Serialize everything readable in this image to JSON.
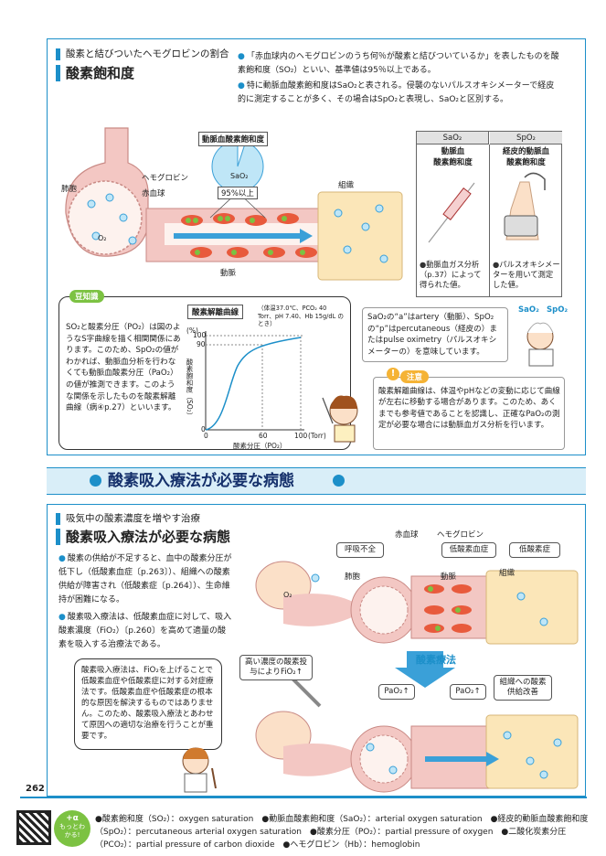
{
  "page_number": "262",
  "section1": {
    "label": "酸素と結びついたヘモグロビンの割合",
    "title": "酸素飽和度",
    "bullets": [
      "「赤血球内のヘモグロビンのうち何％が酸素と結びついているか」を表したものを酸素飽和度（SO₂）といい、基準値は95％以上である。",
      "特に動脈血酸素飽和度はSaO₂と表される。侵襲のないパルスオキシメーターで経皮的に測定することが多く、その場合はSpO₂と表現し、SaO₂と区別する。"
    ],
    "diagram": {
      "lung_label": "肺胞",
      "hemoglobin_label": "ヘモグロビン",
      "rbc_label": "赤血球",
      "tissue_label": "組織",
      "artery_label": "動脈",
      "o2_label": "O₂",
      "pie_title": "動脈血酸素飽和度",
      "pie_sao2": "SaO₂",
      "pie_value": "95%以上",
      "pie_fraction": 0.95
    },
    "table": {
      "col1_head": "SaO₂",
      "col2_head": "SpO₂",
      "col1_sub": "動脈血\n酸素飽和度",
      "col2_sub": "経皮的動脈血\n酸素飽和度",
      "col1_note": "動脈血ガス分析（p.37）によって得られた値。",
      "col2_note": "パルスオキシメーターを用いて測定した値。"
    },
    "mame": {
      "badge": "豆知識",
      "text": "SO₂と酸素分圧（PO₂）は図のようなS字曲線を描く相関関係にあります。このため、SpO₂の値がわかれば、動脈血分析を行わなくても動脈血酸素分圧（PaO₂）の値が推測できます。このような関係を示したものを酸素解離曲線（病④p.27）といいます。"
    },
    "curve": {
      "title": "酸素解離曲線",
      "note": "（体温37.0℃、PCO₂ 40 Torr、pH 7.40、Hb 15g/dL のとき）",
      "ylabel": "酸素飽和度（SO₂）",
      "yunit": "(%)",
      "xlabel": "酸素分圧（PO₂）",
      "xunit": "(Torr)",
      "yticks": [
        "100",
        "90",
        "0"
      ],
      "xticks": [
        "0",
        "60",
        "100"
      ]
    },
    "aside": {
      "text": "SaO₂の“a”はartery（動脈）、SpO₂の“p”はpercutaneous（経皮の）またはpulse oximetry（パルスオキシメーターの）を意味しています。",
      "sao2": "SaO₂",
      "spo2": "SpO₂"
    },
    "caution": {
      "badge": "注意",
      "text": "酸素解離曲線は、体温やpHなどの変動に応じて曲線が左右に移動する場合があります。このため、あくまでも参考値であることを認識し、正確なPaO₂の測定が必要な場合には動脈血ガス分析を行います。"
    }
  },
  "banner": "酸素吸入療法が必要な病態",
  "section2": {
    "label": "吸気中の酸素濃度を増やす治療",
    "title": "酸素吸入療法が必要な病態",
    "bullets": [
      "酸素の供給が不足すると、血中の酸素分圧が低下し（低酸素血症〔p.263〕）、組織への酸素供給が障害され（低酸素症〔p.264〕）、生命維持が困難になる。",
      "酸素吸入療法は、低酸素血症に対して、吸入酸素濃度（FiO₂）〔p.260〕を高めて適量の酸素を吸入する治療法である。"
    ],
    "note": "酸素吸入療法は、FiO₂を上げることで低酸素血症や低酸素症に対する対症療法です。低酸素血症や低酸素症の根本的な原因を解決するものではありません。このため、酸素吸入療法とあわせて原因への適切な治療を行うことが重要です。",
    "diagram": {
      "rbc_label": "赤血球",
      "hb_label": "ヘモグロビン",
      "lung_label": "肺胞",
      "artery_label": "動脈",
      "tissue_label": "組織",
      "o2_label": "O₂",
      "dyspnea": "呼吸不全",
      "hypoxemia": "低酸素血症",
      "hypoxia": "低酸素症",
      "therapy": "酸素療法",
      "high_fio2": "高い濃度の酸素投与によりFiO₂↑",
      "pao2": "PaO₂↑",
      "pao2b": "PaO₂↑",
      "improve": "組織への酸素供給改善"
    }
  },
  "footer": {
    "badge_top": "+α",
    "badge_bottom": "もっとわかる!",
    "terms": "●酸素飽和度（SO₂）：oxygen saturation　●動脈血酸素飽和度（SaO₂）：arterial oxygen saturation　●経皮的動脈血酸素飽和度（SpO₂）：percutaneous arterial oxygen saturation　●酸素分圧（PO₂）：partial pressure of oxygen　●二酸化炭素分圧（PCO₂）：partial pressure of carbon dioxide　●ヘモグロビン（Hb）：hemoglobin"
  },
  "colors": {
    "accent": "#1c8fc9",
    "banner_bg": "#d9eef8",
    "pink": "#f3c7c3",
    "tissue": "#fbe6b8",
    "rbc": "#e85a3c",
    "hb": "#7cc242"
  }
}
